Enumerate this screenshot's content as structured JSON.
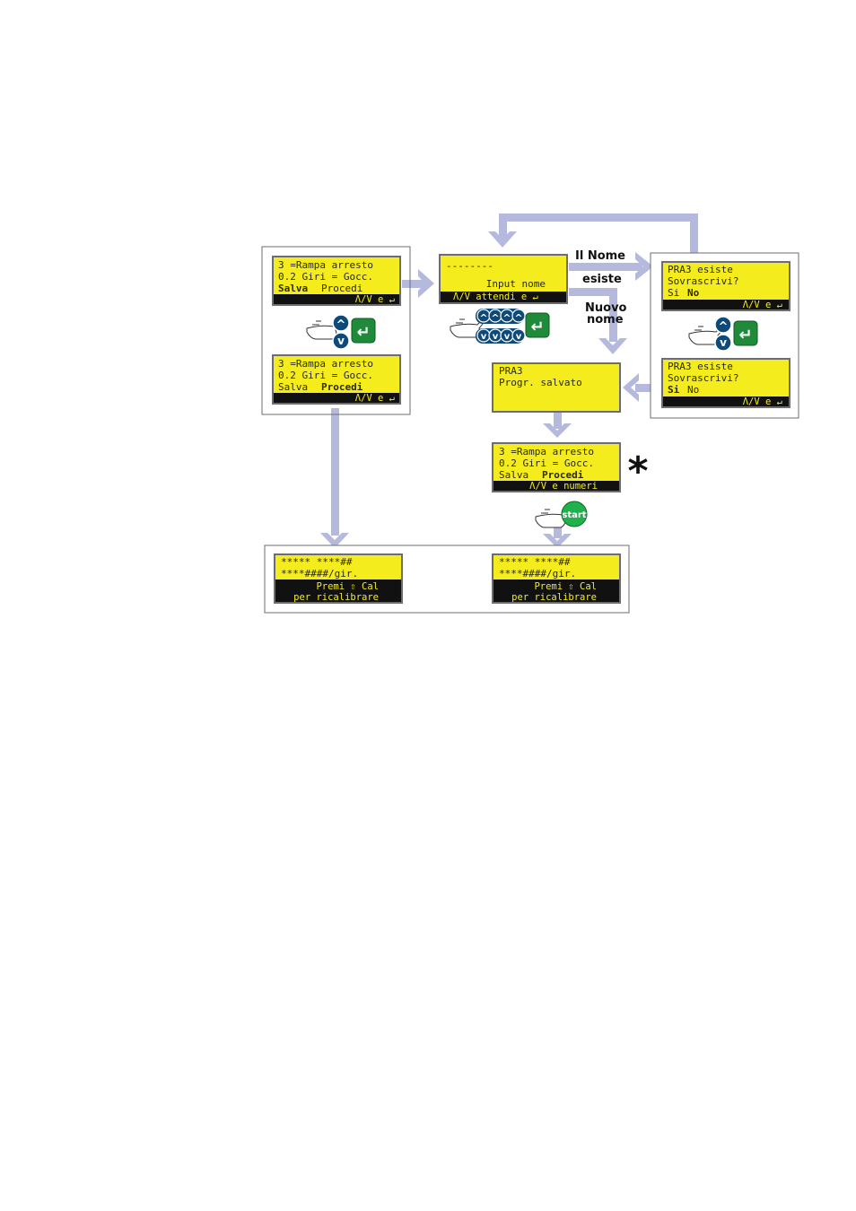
{
  "colors": {
    "lcd_bg": "#f4ec1c",
    "lcd_border": "#6d6d6d",
    "arrow": "#b6b9de",
    "key_blue": "#0d4a7a",
    "key_green": "#1f8a3a",
    "start_green": "#1db24b"
  },
  "flow_labels": {
    "name_exists_line1": "Il Nome",
    "name_exists_line2": "esiste",
    "new_name_line1": "Nuovo",
    "new_name_line2": "nome"
  },
  "screens": {
    "ramp_save": {
      "lines": [
        "3 =Rampa arresto",
        "0.2 Giri = Gocc."
      ],
      "option_a": "Salva",
      "option_b": "Procedi",
      "footer": "Λ/V e ↵"
    },
    "ramp_proceed": {
      "lines": [
        "3 =Rampa arresto",
        "0.2 Giri = Gocc."
      ],
      "option_a": "Salva",
      "option_b": "Procedi",
      "footer": "Λ/V e ↵"
    },
    "input_name": {
      "lines": [
        "--------",
        "Input nome"
      ],
      "footer": "Λ/V attendi e ↵"
    },
    "overwrite_no": {
      "lines": [
        "PRA3     esiste",
        "Sovrascrivi?"
      ],
      "option_a": "Si",
      "option_b": "No",
      "footer": "Λ/V e ↵"
    },
    "overwrite_si": {
      "lines": [
        "PRA3     esiste",
        "Sovrascrivi?"
      ],
      "option_a": "Si",
      "option_b": "No",
      "footer": "Λ/V e ↵"
    },
    "saved": {
      "lines": [
        "PRA3",
        "Progr. salvato"
      ]
    },
    "ramp_numbers": {
      "lines": [
        "3 =Rampa arresto",
        "0.2 Giri = Gocc."
      ],
      "option_a": "Salva",
      "option_b": "Procedi",
      "footer": "Λ/V e numeri"
    },
    "calib_left": {
      "lines": [
        "***** ****##",
        "****####/gir."
      ],
      "footer1": "Premi ⇧ Cal",
      "footer2": "per ricalibrare"
    },
    "calib_right": {
      "lines": [
        "***** ****##",
        "****####/gir."
      ],
      "footer1": "Premi ⇧ Cal",
      "footer2": "per ricalibrare"
    }
  },
  "keys": {
    "up_glyph": "^",
    "down_glyph": "v",
    "enter_glyph": "↵",
    "start_label": "start"
  },
  "note_symbol": "*",
  "icons": [
    "hand-pointer-icon",
    "enter-key-icon",
    "up-arrow-key-icon",
    "down-arrow-key-icon",
    "start-button-icon"
  ]
}
